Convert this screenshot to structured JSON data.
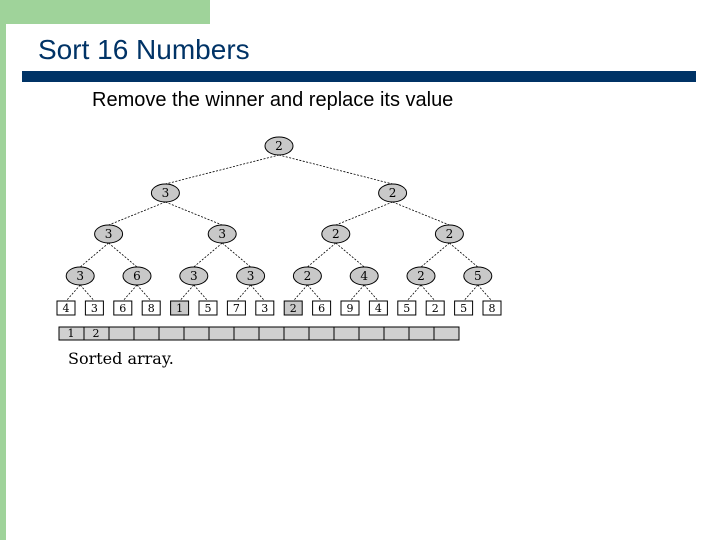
{
  "slide": {
    "title": "Sort 16 Numbers",
    "subtitle": "Remove the winner and replace its value"
  },
  "tree": {
    "levels": [
      [
        "2"
      ],
      [
        "3",
        "2"
      ],
      [
        "3",
        "3",
        "2",
        "2"
      ],
      [
        "3",
        "6",
        "3",
        "3",
        "2",
        "4",
        "2",
        "5"
      ]
    ],
    "leaves": [
      "4",
      "3",
      "6",
      "8",
      "1",
      "5",
      "7",
      "3",
      "2",
      "6",
      "9",
      "4",
      "5",
      "2",
      "5",
      "8"
    ],
    "highlighted_leaves": [
      4,
      8
    ]
  },
  "sorted_array": {
    "values": [
      "1",
      "2",
      "",
      "",
      "",
      "",
      "",
      "",
      "",
      "",
      "",
      "",
      "",
      "",
      "",
      ""
    ],
    "caption": "Sorted array."
  },
  "colors": {
    "title": "#003366",
    "accent": "#9fd39a",
    "node_fill": "#c8c8c8",
    "cell_fill": "#d0d0d0"
  }
}
